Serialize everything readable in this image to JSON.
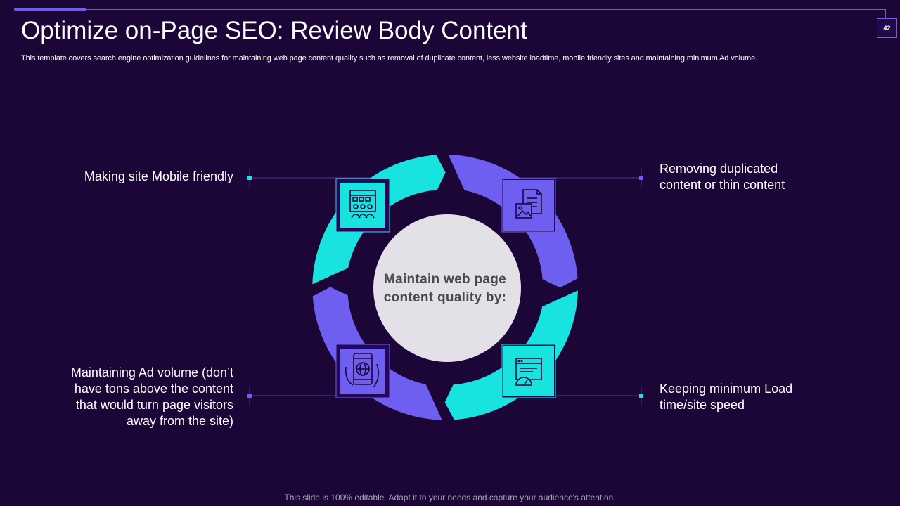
{
  "slide": {
    "page_number": "42",
    "title": "Optimize on-Page SEO: Review Body Content",
    "subtitle": "This template covers search engine optimization guidelines for maintaining web page content quality such as removal of duplicate content, less website loadtime, mobile friendly sites and maintaining minimum Ad volume.",
    "footer": "This slide is 100% editable. Adapt it to your needs and capture your audience's attention."
  },
  "diagram": {
    "center_text": "Maintain web page content quality by:",
    "items": [
      {
        "label": "Making site Mobile friendly",
        "icon": "website-users-icon"
      },
      {
        "label": "Removing duplicated content or thin content",
        "icon": "document-image-icon"
      },
      {
        "label": "Maintaining Ad volume (don’t have tons above the content that would turn page visitors away from the site)",
        "icon": "mobile-globe-icon"
      },
      {
        "label": "Keeping minimum Load time/site speed",
        "icon": "browser-speed-icon"
      }
    ]
  },
  "colors": {
    "background": "#1c0637",
    "cyan": "#19e3df",
    "purple": "#6e5ff0",
    "center_circle": "#e3e0e8",
    "icon_frame": "#26085a"
  }
}
